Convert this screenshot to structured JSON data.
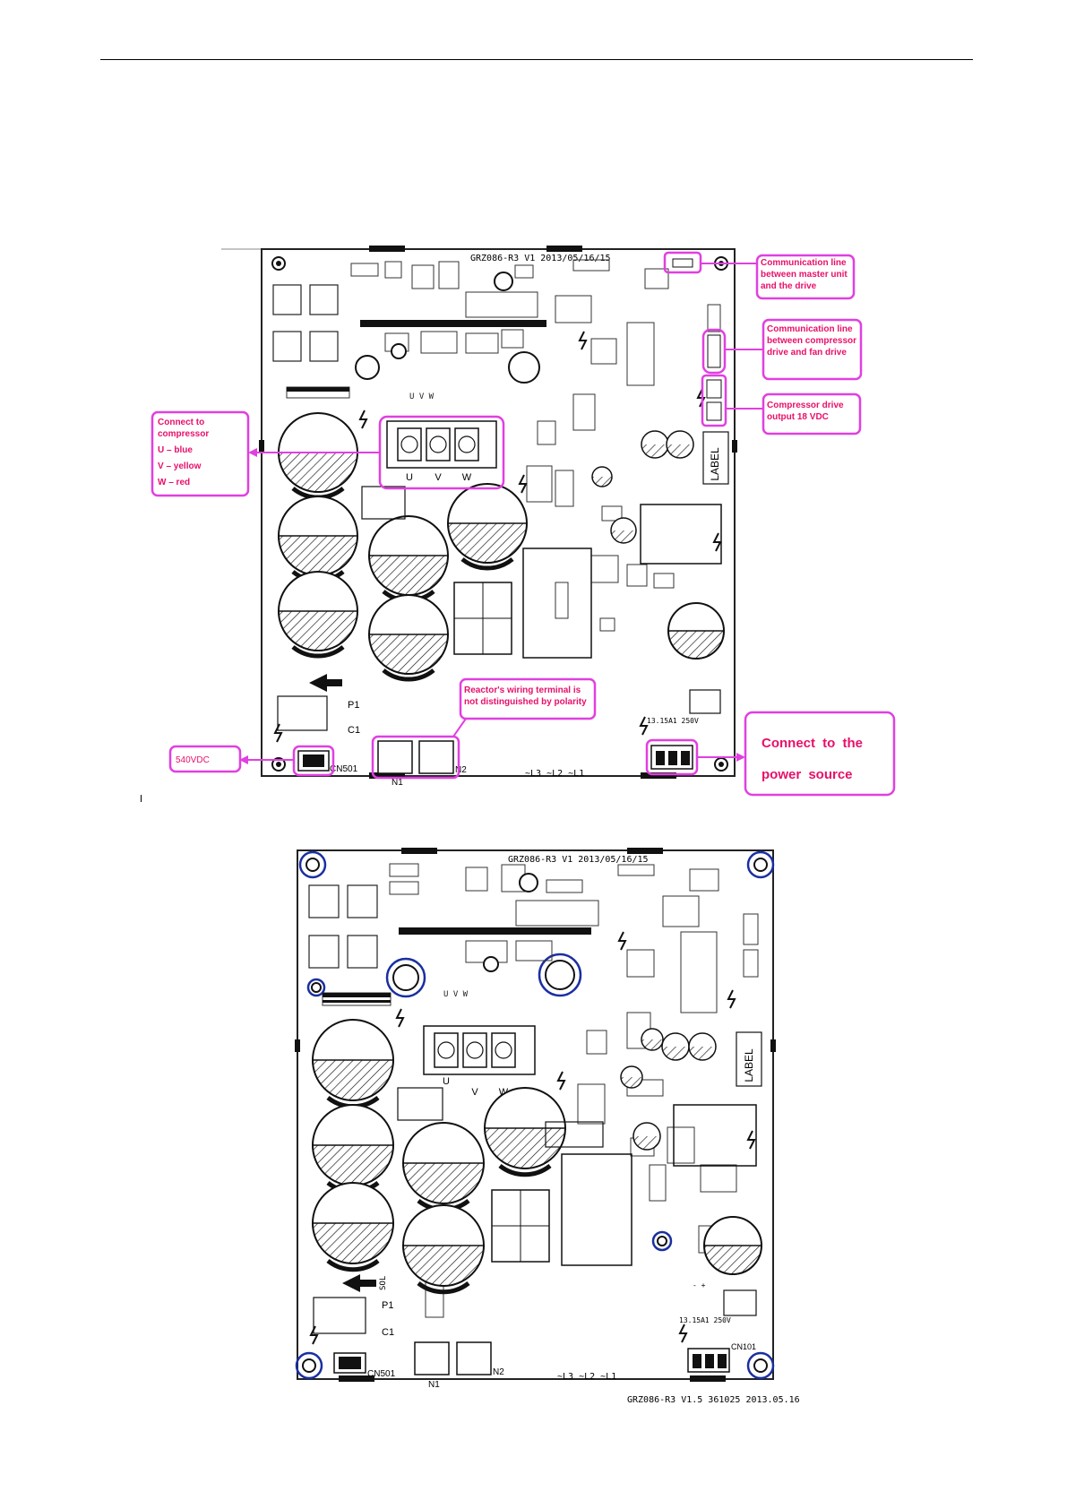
{
  "board_title": "GRZ086-R3  V1   2013/05/16/15",
  "board_footer": "GRZ086-R3  V1.5   361025   2013.05.16",
  "labels": {
    "u": "U",
    "v": "V",
    "w": "W",
    "label": "LABEL",
    "p1": "P1",
    "c1": "C1",
    "cn501": "CN501",
    "cn101": "CN101",
    "n1": "N1",
    "n2": "N2",
    "phases": "~L3  ~L2  ~L1",
    "sol": "SOL",
    "fuse": "13.15A1  250V",
    "minus_plus": "- +"
  },
  "callouts": {
    "comm_master": "Communication line between master unit and the drive",
    "comm_fan": "Communication line between compressor drive and fan drive",
    "output_18v": "Compressor drive output 18 VDC",
    "compressor_l1": "Connect to",
    "compressor_l2": "compressor",
    "compressor_l3": "U – blue",
    "compressor_l4": "V – yellow",
    "compressor_l5": "W – red",
    "reactor": "Reactor's wiring terminal is not distinguished by polarity",
    "vdc540": "540VDC",
    "power": "Connect  to  the power source"
  },
  "colors": {
    "callout": "#e040e0",
    "callout_text": "#e8106a",
    "hole_ring": "#1a2fa0",
    "line": "#111111"
  }
}
